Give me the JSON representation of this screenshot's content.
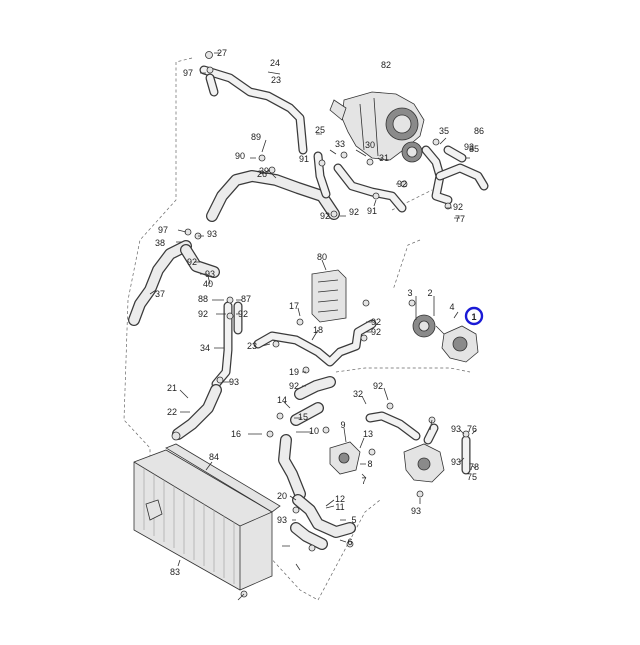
{
  "diagram": {
    "highlighted_callout": "1",
    "highlight_color": "#1a1ad6",
    "labels": [
      {
        "id": "27a",
        "text": "27"
      },
      {
        "id": "97a",
        "text": "97"
      },
      {
        "id": "24",
        "text": "24"
      },
      {
        "id": "23a",
        "text": "23"
      },
      {
        "id": "82",
        "text": "82"
      },
      {
        "id": "25",
        "text": "25"
      },
      {
        "id": "89",
        "text": "89"
      },
      {
        "id": "90",
        "text": "90"
      },
      {
        "id": "26",
        "text": "26"
      },
      {
        "id": "91a",
        "text": "91"
      },
      {
        "id": "33",
        "text": "33"
      },
      {
        "id": "30",
        "text": "30"
      },
      {
        "id": "31",
        "text": "31"
      },
      {
        "id": "35",
        "text": "35"
      },
      {
        "id": "86",
        "text": "86"
      },
      {
        "id": "85",
        "text": "85"
      },
      {
        "id": "39",
        "text": "39"
      },
      {
        "id": "92a",
        "text": "92"
      },
      {
        "id": "92b",
        "text": "92"
      },
      {
        "id": "92c",
        "text": "92"
      },
      {
        "id": "91b",
        "text": "91"
      },
      {
        "id": "93a",
        "text": "93"
      },
      {
        "id": "92d",
        "text": "92"
      },
      {
        "id": "77",
        "text": "77"
      },
      {
        "id": "97b",
        "text": "97"
      },
      {
        "id": "93b",
        "text": "93"
      },
      {
        "id": "38",
        "text": "38"
      },
      {
        "id": "92e",
        "text": "92"
      },
      {
        "id": "93c",
        "text": "93"
      },
      {
        "id": "40",
        "text": "40"
      },
      {
        "id": "37",
        "text": "37"
      },
      {
        "id": "80",
        "text": "80"
      },
      {
        "id": "3",
        "text": "3"
      },
      {
        "id": "2",
        "text": "2"
      },
      {
        "id": "4",
        "text": "4"
      },
      {
        "id": "1",
        "text": "1"
      },
      {
        "id": "88",
        "text": "88"
      },
      {
        "id": "87",
        "text": "87"
      },
      {
        "id": "92f",
        "text": "92"
      },
      {
        "id": "92g",
        "text": "92"
      },
      {
        "id": "17",
        "text": "17"
      },
      {
        "id": "18",
        "text": "18"
      },
      {
        "id": "92h",
        "text": "92"
      },
      {
        "id": "92i",
        "text": "92"
      },
      {
        "id": "23b",
        "text": "23"
      },
      {
        "id": "34",
        "text": "34"
      },
      {
        "id": "93d",
        "text": "93"
      },
      {
        "id": "19",
        "text": "19"
      },
      {
        "id": "92j",
        "text": "92"
      },
      {
        "id": "21",
        "text": "21"
      },
      {
        "id": "22",
        "text": "22"
      },
      {
        "id": "14",
        "text": "14"
      },
      {
        "id": "15",
        "text": "15"
      },
      {
        "id": "32",
        "text": "32"
      },
      {
        "id": "92k",
        "text": "92"
      },
      {
        "id": "16",
        "text": "16"
      },
      {
        "id": "10",
        "text": "10"
      },
      {
        "id": "9",
        "text": "9"
      },
      {
        "id": "13",
        "text": "13"
      },
      {
        "id": "93e",
        "text": "93"
      },
      {
        "id": "76",
        "text": "76"
      },
      {
        "id": "8",
        "text": "8"
      },
      {
        "id": "84",
        "text": "84"
      },
      {
        "id": "7",
        "text": "7"
      },
      {
        "id": "93f",
        "text": "93"
      },
      {
        "id": "78",
        "text": "78"
      },
      {
        "id": "75",
        "text": "75"
      },
      {
        "id": "93g",
        "text": "93"
      },
      {
        "id": "12",
        "text": "12"
      },
      {
        "id": "11",
        "text": "11"
      },
      {
        "id": "20",
        "text": "20"
      },
      {
        "id": "93h",
        "text": "93"
      },
      {
        "id": "5",
        "text": "5"
      },
      {
        "id": "6",
        "text": "6"
      },
      {
        "id": "83",
        "text": "83"
      }
    ]
  }
}
